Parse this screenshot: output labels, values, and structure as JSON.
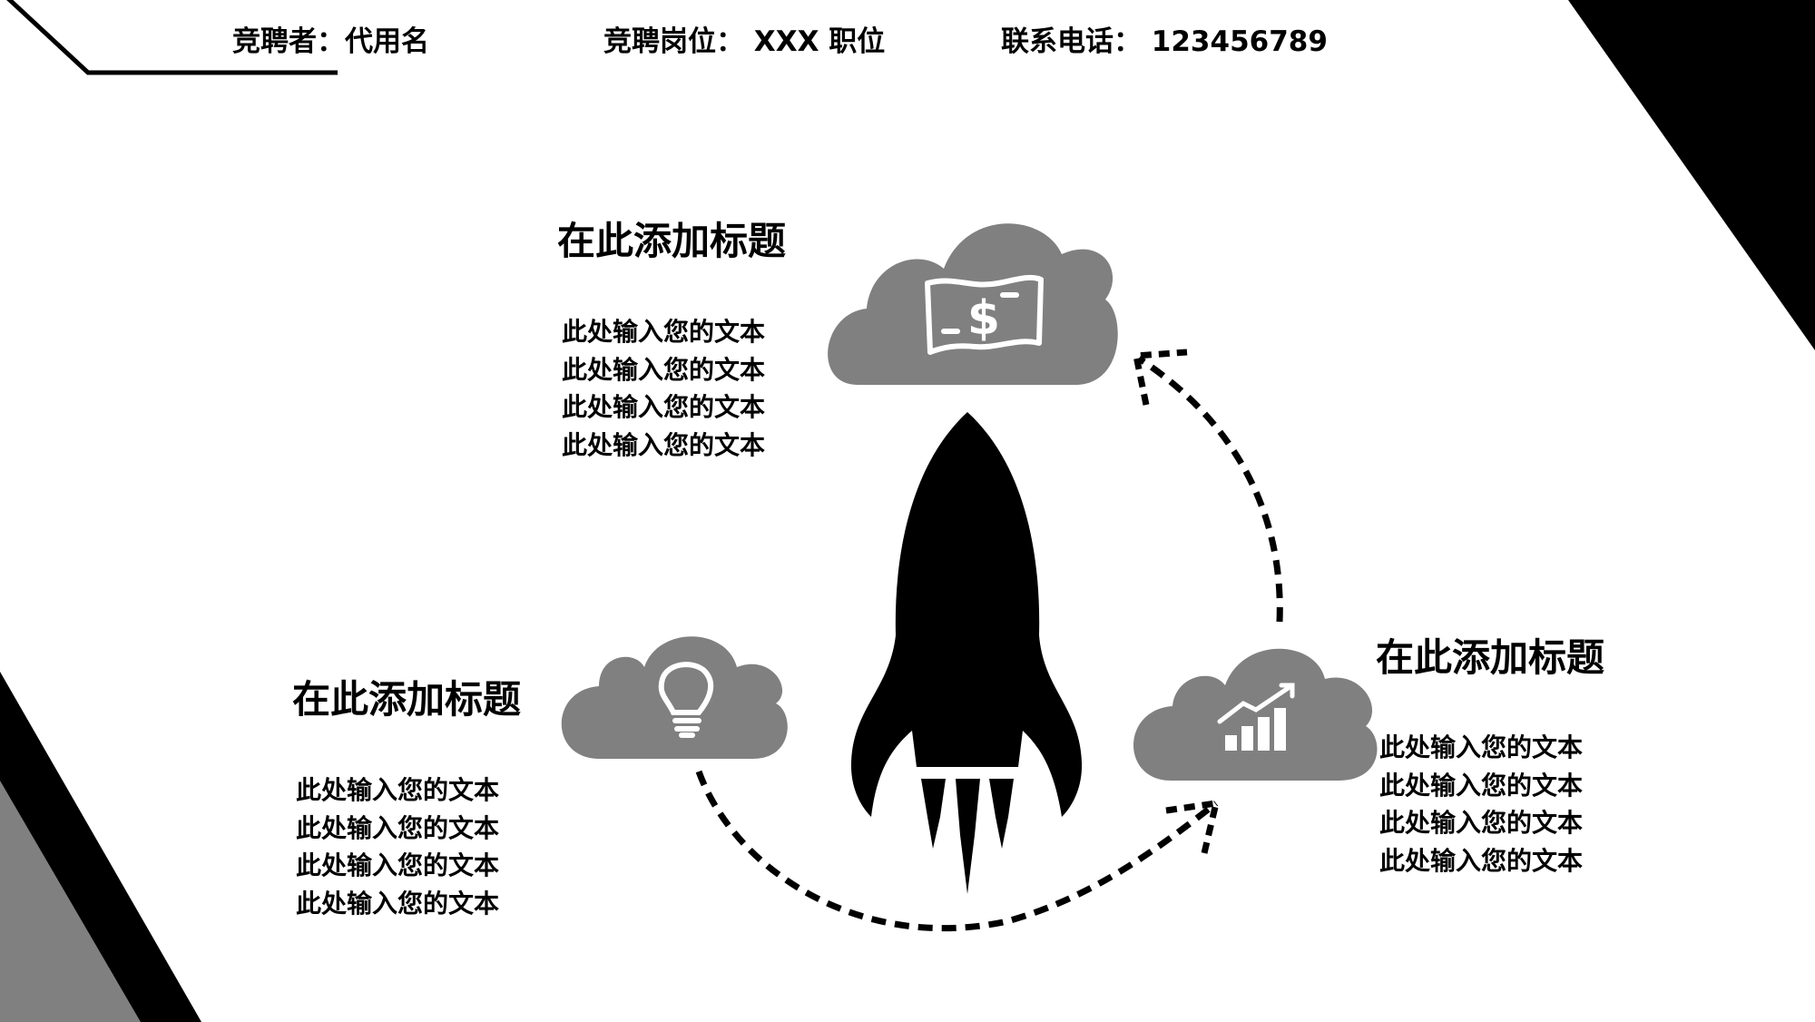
{
  "header": {
    "candidate": "竞聘者：代用名",
    "position": "竞聘岗位： XXX 职位",
    "phone": "联系电话： 123456789"
  },
  "blocks": {
    "top": {
      "title": "在此添加标题",
      "lines": [
        "此处输入您的文本",
        "此处输入您的文本",
        "此处输入您的文本",
        "此处输入您的文本"
      ]
    },
    "left": {
      "title": "在此添加标题",
      "lines": [
        "此处输入您的文本",
        "此处输入您的文本",
        "此处输入您的文本",
        "此处输入您的文本"
      ]
    },
    "right": {
      "title": "在此添加标题",
      "lines": [
        "此处输入您的文本",
        "此处输入您的文本",
        "此处输入您的文本",
        "此处输入您的文本"
      ]
    }
  },
  "icons": {
    "top_cloud": "money-icon",
    "left_cloud": "lightbulb-icon",
    "right_cloud": "growth-chart-icon",
    "center": "rocket-icon"
  },
  "colors": {
    "cloud": "#808080",
    "accent": "#000000",
    "background": "#ffffff"
  }
}
